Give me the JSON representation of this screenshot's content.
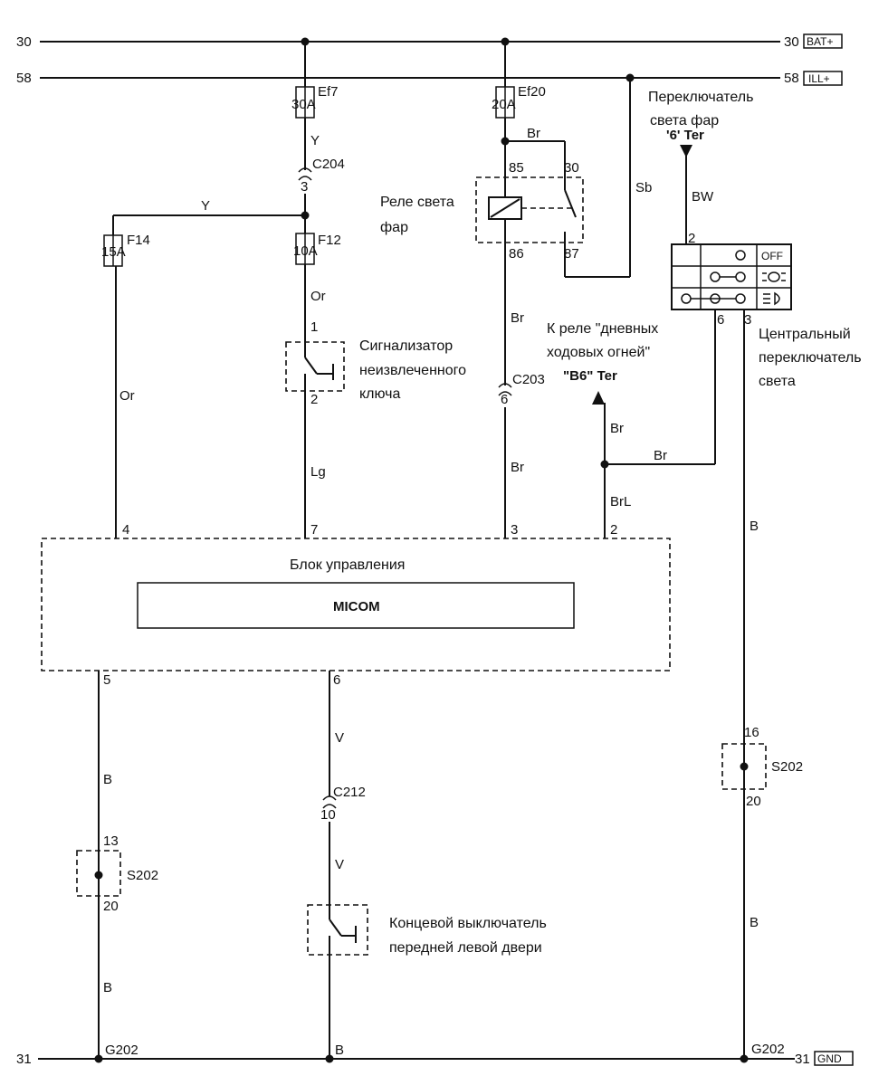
{
  "rails": {
    "r30_left": "30",
    "r30_right": "30",
    "r30_tag": "BAT+",
    "r58_left": "58",
    "r58_right": "58",
    "r58_tag": "ILL+",
    "r31_left": "31",
    "r31_right": "31",
    "r31_tag": "GND"
  },
  "fuses": {
    "ef7_name": "Ef7",
    "ef7_rating": "30A",
    "ef20_name": "Ef20",
    "ef20_rating": "20A",
    "f14_name": "F14",
    "f14_rating": "15A",
    "f12_name": "F12",
    "f12_rating": "10A"
  },
  "connectors": {
    "c204": "C204",
    "c204_pin": "3",
    "c203": "C203",
    "c203_pin": "6",
    "c212": "C212",
    "c212_pin": "10"
  },
  "wires": {
    "y1": "Y",
    "y2": "Y",
    "or1": "Or",
    "or2": "Or",
    "lg": "Lg",
    "br_top": "Br",
    "br_mid": "Br",
    "br_low": "Br",
    "br_up": "Br",
    "br_right": "Br",
    "brl": "BrL",
    "sb": "Sb",
    "bw": "BW",
    "v1": "V",
    "v2": "V",
    "b_left1": "B",
    "b_left2": "B",
    "b_right1": "B",
    "b_right2": "B",
    "b_mid_gnd": "B"
  },
  "relay": {
    "label_line1": "Реле света",
    "label_line2": "фар",
    "pin85": "85",
    "pin30": "30",
    "pin86": "86",
    "pin87": "87"
  },
  "key_warning": {
    "line1": "Сигнализатор",
    "line2": "неизвлеченного",
    "line3": "ключа",
    "pin1": "1",
    "pin2": "2"
  },
  "beam_switch": {
    "line1": "Переключатель",
    "line2": "света фар",
    "ref": "'6' Ter"
  },
  "drl_relay": {
    "line1": "К реле \"дневных",
    "line2": "ходовых огней\"",
    "ref": "\"B6\" Ter"
  },
  "central_switch": {
    "line1": "Центральный",
    "line2": "переключатель",
    "line3": "света",
    "pin2": "2",
    "pin6": "6",
    "pin3": "3",
    "off_label": "OFF"
  },
  "control_unit": {
    "title": "Блок управления",
    "micom": "MICOM",
    "pin4": "4",
    "pin7": "7",
    "pin3": "3",
    "pin2": "2",
    "pin5": "5",
    "pin6": "6"
  },
  "door_switch": {
    "line1": "Концевой выключатель",
    "line2": "передней левой двери"
  },
  "splices": {
    "left_name": "S202",
    "left_top": "13",
    "left_bottom": "20",
    "right_name": "S202",
    "right_top": "16",
    "right_bottom": "20"
  },
  "grounds": {
    "g_left": "G202",
    "g_right": "G202"
  }
}
